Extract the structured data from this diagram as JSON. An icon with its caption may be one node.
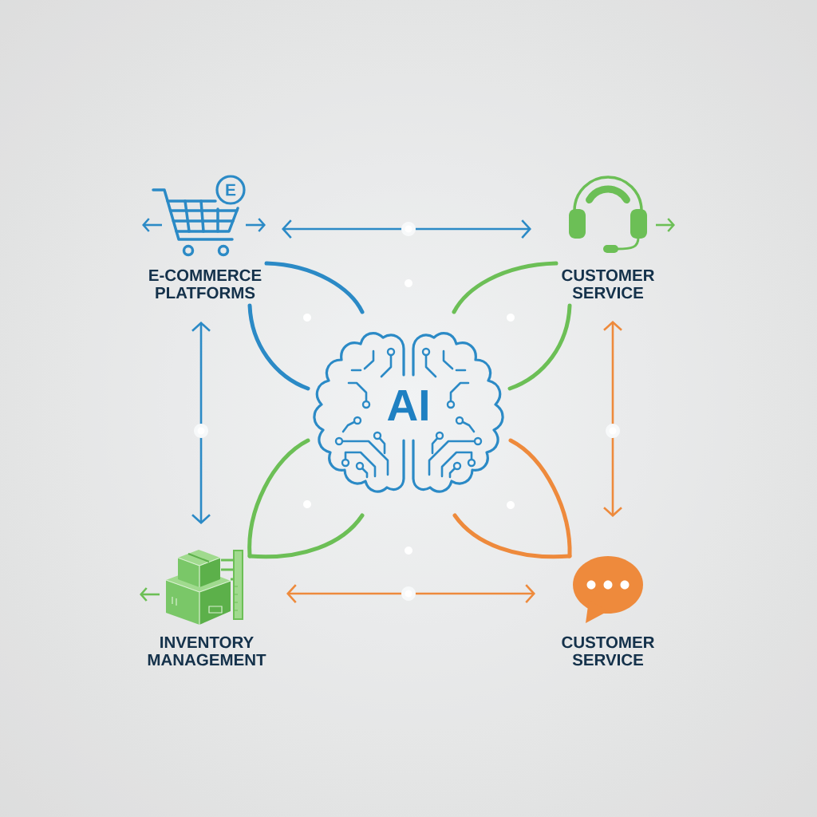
{
  "diagram": {
    "nodes": [
      {
        "text": [
          "E-COMMERCE PLATFORMS"
        ]
      },
      {
        "text": [
          "CUSTOMER SERVICE"
        ]
      },
      {
        "text": [
          "AI"
        ]
      },
      {
        "text": [
          "INVENTORY MANAGEMENT"
        ]
      },
      {
        "text": [
          "CUSTOMER SERVICE"
        ]
      }
    ],
    "edges": [
      {
        "from": 0,
        "to": 1,
        "arrow": "both",
        "color": "#2b8ac6"
      },
      {
        "from": 0,
        "to": 3,
        "arrow": "both",
        "color": "#2b8ac6"
      },
      {
        "from": 1,
        "to": 4,
        "arrow": "both",
        "color": "#ee8a3c"
      },
      {
        "from": 3,
        "to": 4,
        "arrow": "both",
        "color": "#ee8a3c"
      },
      {
        "from": 0,
        "to": 2,
        "arrow": "none",
        "color": "#2b8ac6"
      },
      {
        "from": 0,
        "to": 2,
        "arrow": "none",
        "color": "#2b8ac6"
      },
      {
        "from": 1,
        "to": 2,
        "arrow": "none",
        "color": "#6cbf56"
      },
      {
        "from": 1,
        "to": 2,
        "arrow": "none",
        "color": "#6cbf56"
      },
      {
        "from": 3,
        "to": 2,
        "arrow": "none",
        "color": "#6cbf56"
      },
      {
        "from": 3,
        "to": 2,
        "arrow": "none",
        "color": "#6cbf56"
      },
      {
        "from": 4,
        "to": 2,
        "arrow": "none",
        "color": "#ee8a3c"
      },
      {
        "from": 4,
        "to": 2,
        "arrow": "none",
        "color": "#ee8a3c"
      }
    ],
    "labels": [
      "E"
    ]
  }
}
